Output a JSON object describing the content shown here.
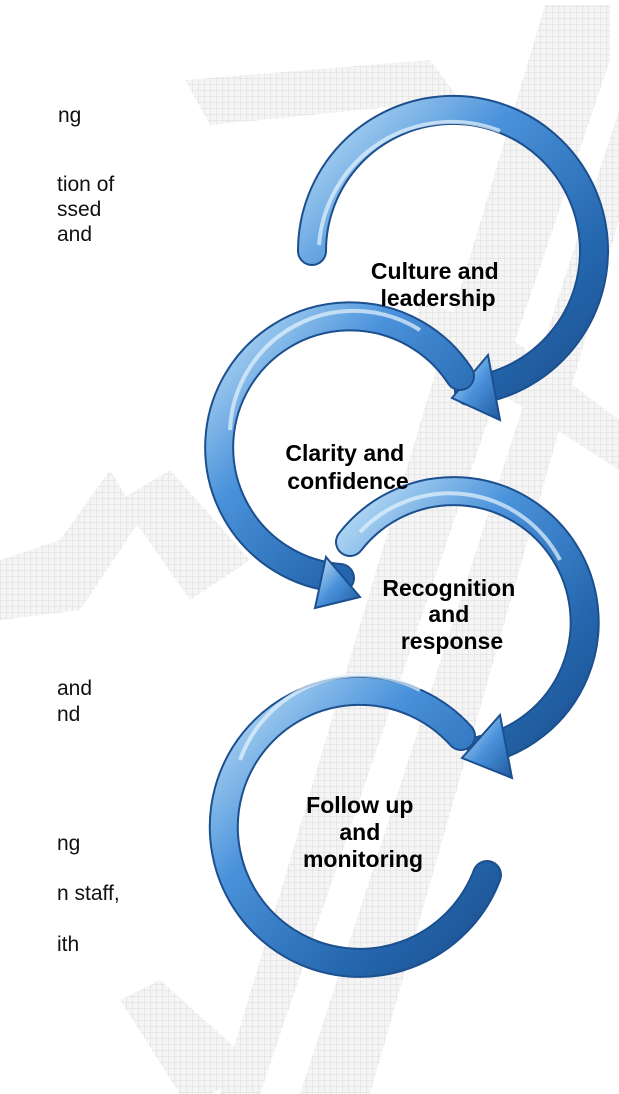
{
  "body_text_fragments": [
    "ng",
    "tion of",
    "ssed",
    "and",
    "and",
    "nd",
    "ng",
    "n staff,",
    "ith"
  ],
  "diagram": {
    "steps": [
      {
        "id": "culture",
        "lines": [
          "Culture and",
          "leadership"
        ]
      },
      {
        "id": "clarity",
        "lines": [
          "Clarity and",
          "confidence"
        ]
      },
      {
        "id": "recognition",
        "lines": [
          "Recognition",
          "and",
          "response"
        ]
      },
      {
        "id": "follow",
        "lines": [
          "Follow up",
          "and",
          "monitoring"
        ]
      }
    ]
  },
  "watermark": {
    "text": "JAT"
  },
  "colors": {
    "arrow_dark": "#1c4f8e",
    "arrow_mid": "#3f86d1",
    "arrow_light": "#bfe0f6",
    "watermark": "#e2e2e2"
  }
}
